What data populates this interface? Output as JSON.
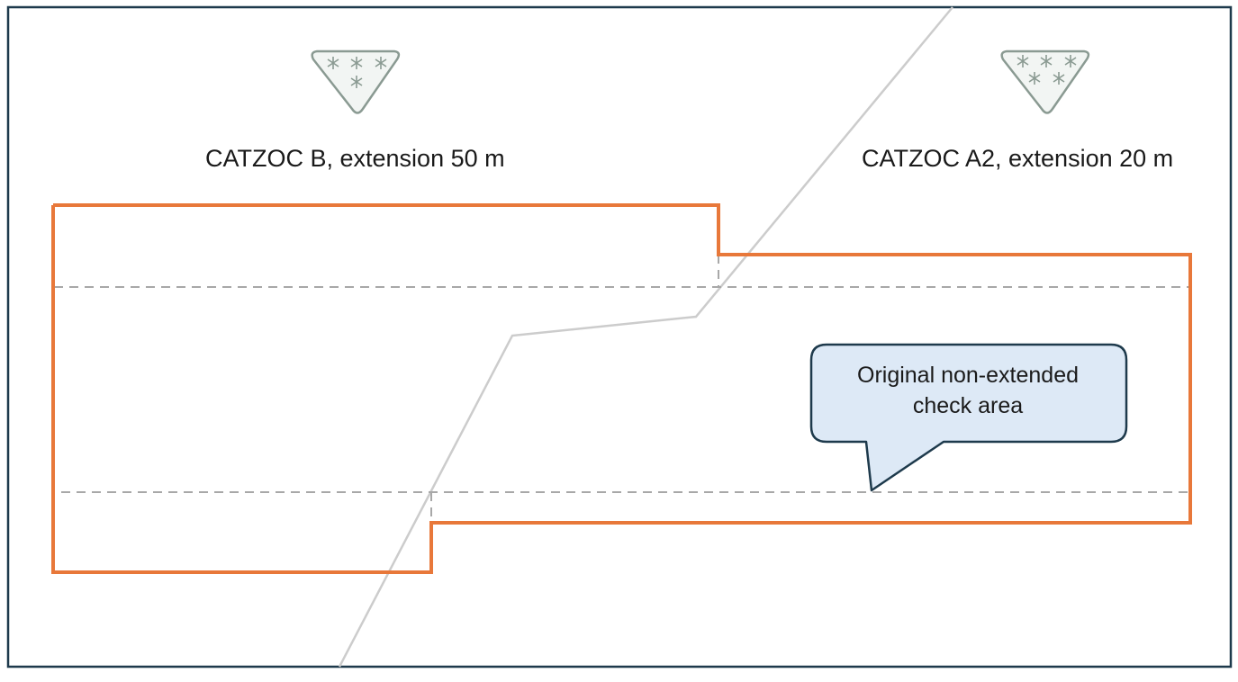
{
  "zones": [
    {
      "label": "CATZOC B, extension 50 m",
      "icon": "catzoc-b-triangle-icon",
      "stars": 4
    },
    {
      "label": "CATZOC A2, extension 20 m",
      "icon": "catzoc-a2-triangle-icon",
      "stars": 5
    }
  ],
  "callout": {
    "line1": "Original non-extended",
    "line2": "check area"
  },
  "colors": {
    "frame": "#1e3a4c",
    "extended_area": "#e8783a",
    "original_area": "#a8a8a8",
    "zone_boundary": "#cccccc",
    "callout_fill": "#dde9f6",
    "callout_stroke": "#1e3a4c",
    "icon_stroke": "#8a9a92",
    "icon_fill": "#f2f5f3"
  }
}
